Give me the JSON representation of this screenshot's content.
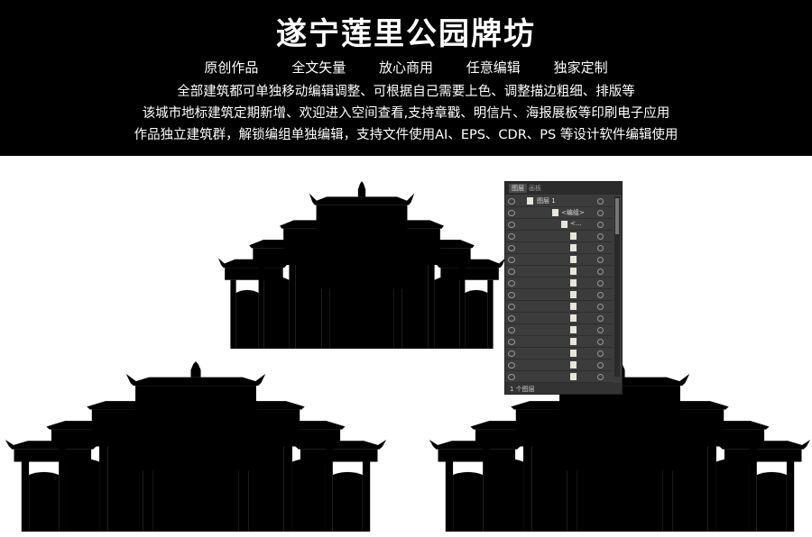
{
  "title": "遂宁莲里公园牌坊",
  "tags": [
    "原创作品",
    "全文矢量",
    "放心商用",
    "任意编辑",
    "独家定制"
  ],
  "lines": [
    "全部建筑都可单独移动编辑调整、可根据自己需要上色、调整描边粗细、排版等",
    "该城市地标建筑定期新增、欢迎进入空间查看,支持章戳、明信片、海报展板等印刷电子应用",
    "作品独立建筑群，解锁编组单独编辑，支持文件使用AI、EPS、CDR、PS 等设计软件编辑使用"
  ],
  "colors": {
    "banner": "#000000",
    "khaki": "#b5ad8c",
    "dark": "#2b2220",
    "panel": "#3c3c3c"
  },
  "layers_panel": {
    "tabs": [
      "图层",
      "画板"
    ],
    "layer_name": "图层 1",
    "group_name": "<编组>",
    "sub_name": "<...",
    "footer": "1 个图层"
  }
}
